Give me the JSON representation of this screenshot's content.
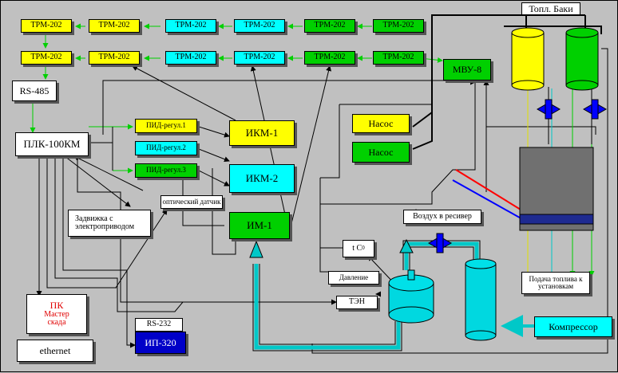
{
  "trm_rows": [
    [
      "ТРМ-202",
      "ТРМ-202",
      "ТРМ-202",
      "ТРМ-202",
      "ТРМ-202",
      "ТРМ-202"
    ],
    [
      "ТРМ-202",
      "ТРМ-202",
      "ТРМ-202",
      "ТРМ-202",
      "ТРМ-202",
      "ТРМ-202"
    ]
  ],
  "labels": {
    "rs485": "RS-485",
    "plc": "ПЛК-100КМ",
    "pid1": "ПИД-регул.1",
    "pid2": "ПИД-регул.2",
    "pid3": "ПИД-регул.3",
    "ikm1": "ИКМ-1",
    "ikm2": "ИКМ-2",
    "im1": "ИМ-1",
    "pump1": "Насос",
    "pump2": "Насос",
    "mvu": "МВУ-8",
    "tanks": "Топл. Баки",
    "optical": "оптический датчик",
    "valve_line1": "Задвижка с",
    "valve_line2": "электроприводом",
    "air": "Воздух в ресивер",
    "temp": "t C",
    "temp_sup": "0",
    "pressure": "Давление",
    "ten": "ТЭН",
    "fuel_line1": "Подача топлива к",
    "fuel_line2": "установкам",
    "pc_line1": "ПК",
    "pc_line2": "Мастер",
    "pc_line3": "скада",
    "ethernet": "ethernet",
    "rs232": "RS-232",
    "ip320": "ИП-320",
    "compressor": "Компрессор"
  }
}
